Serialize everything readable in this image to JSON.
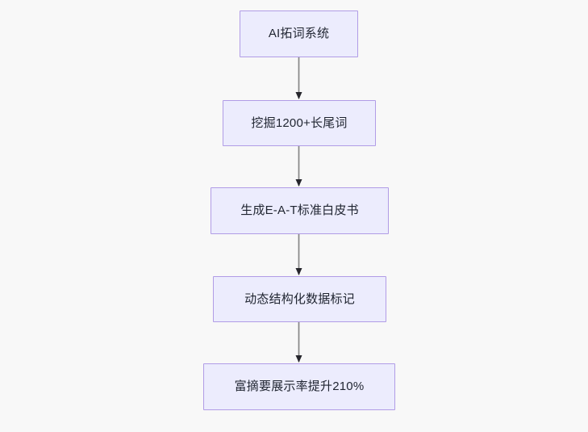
{
  "diagram": {
    "type": "flowchart",
    "direction": "top-to-bottom",
    "background_color": "#f8f8f8",
    "node_fill_color": "#ececfd",
    "node_border_color": "#b19ce6",
    "node_text_color": "#1f2430",
    "edge_color": "#868686",
    "arrowhead_color": "#26262c",
    "nodes": [
      {
        "id": "n0",
        "label": "AI拓词系统"
      },
      {
        "id": "n1",
        "label": "挖掘1200+长尾词"
      },
      {
        "id": "n2",
        "label": "生成E-A-T标准白皮书"
      },
      {
        "id": "n3",
        "label": "动态结构化数据标记"
      },
      {
        "id": "n4",
        "label": "富摘要展示率提升210%"
      }
    ],
    "edges": [
      {
        "from": "n0",
        "to": "n1",
        "label": ""
      },
      {
        "from": "n1",
        "to": "n2",
        "label": ""
      },
      {
        "from": "n2",
        "to": "n3",
        "label": ""
      },
      {
        "from": "n3",
        "to": "n4",
        "label": ""
      }
    ]
  }
}
